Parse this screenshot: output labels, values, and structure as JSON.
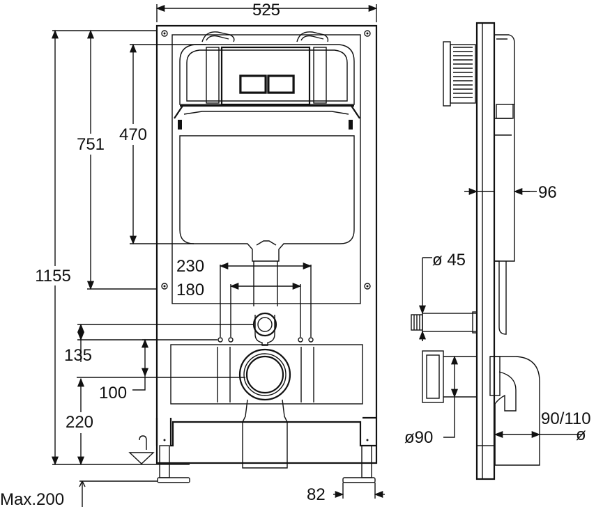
{
  "dimensions": {
    "overall_width": "525",
    "total_height": "1155",
    "frame_upper_height": "751",
    "cistern_height": "470",
    "bolt_spacing_outer": "230",
    "bolt_spacing_inner": "180",
    "inlet_to_bolts": "135",
    "bolts_to_outlet": "100",
    "outlet_height": "220",
    "max_leg_adjust": "Max.200",
    "foot_width": "82",
    "side_depth": "96",
    "inlet_diameter": "ø 45",
    "outlet_diameter": "ø90",
    "pan_connector": "90/110",
    "pan_connector_symbol": "ø"
  },
  "colors": {
    "line": "#111111",
    "background": "#ffffff"
  }
}
